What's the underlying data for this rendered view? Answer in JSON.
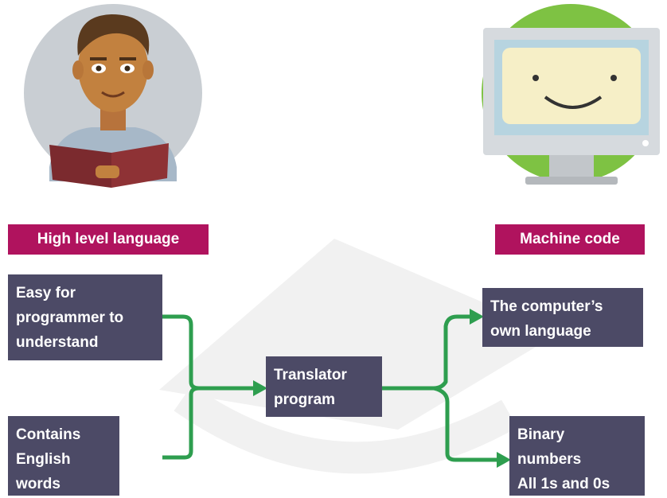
{
  "labels": {
    "left": "High level language",
    "right": "Machine code"
  },
  "boxes": {
    "easy": "Easy for\nprogrammer to\nunderstand",
    "contains": "Contains\nEnglish\nwords",
    "translator": "Translator\nprogram",
    "computer": "The computer’s\nown language",
    "binary": "Binary\nnumbers\nAll 1s and 0s"
  },
  "colors": {
    "label": "#b0135e",
    "box": "#4c4a66",
    "arrow": "#2e9e4f",
    "person_circle": "#c9ced3",
    "computer_circle": "#7ec243"
  }
}
